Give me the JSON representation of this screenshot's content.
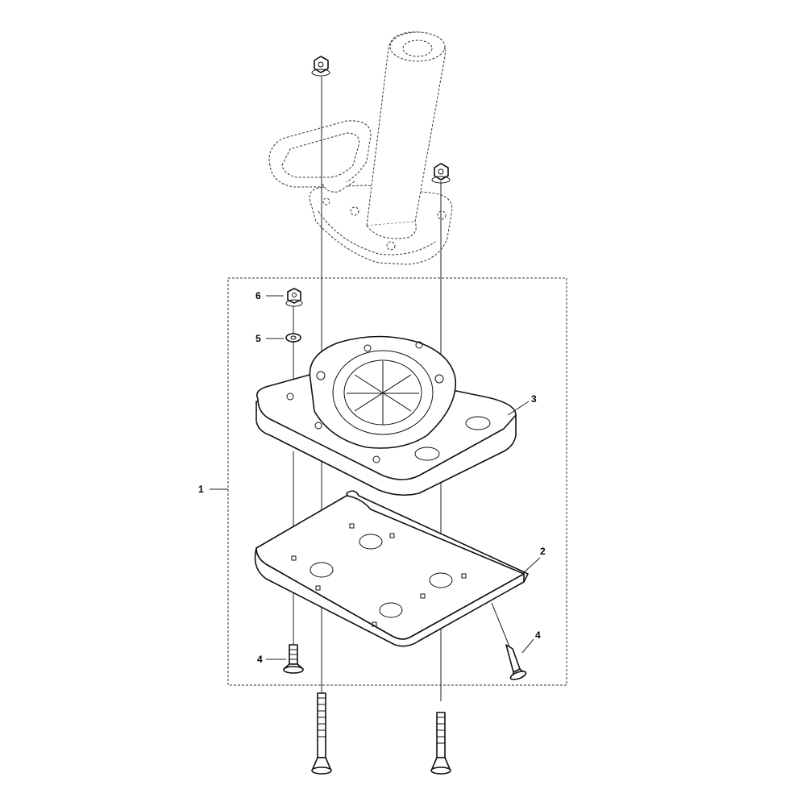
{
  "callouts": [
    {
      "id": "c1",
      "text": "1"
    },
    {
      "id": "c2",
      "text": "2"
    },
    {
      "id": "c3",
      "text": "3"
    },
    {
      "id": "c4a",
      "text": "4"
    },
    {
      "id": "c4b",
      "text": "4"
    },
    {
      "id": "c5",
      "text": "5"
    },
    {
      "id": "c6",
      "text": "6"
    }
  ]
}
